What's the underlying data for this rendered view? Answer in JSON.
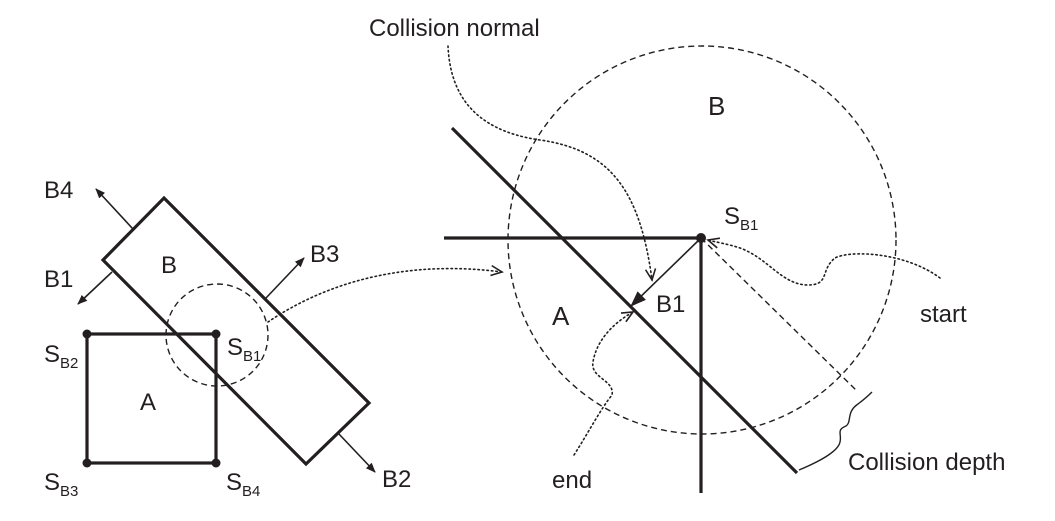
{
  "left": {
    "box_a": "A",
    "box_b": "B",
    "axes": {
      "b1": "B1",
      "b2": "B2",
      "b3": "B3",
      "b4": "B4"
    },
    "support_prefix": "S",
    "supports": {
      "sb1": "B1",
      "sb2": "B2",
      "sb3": "B3",
      "sb4": "B4"
    }
  },
  "right": {
    "circle_b": "B",
    "region_a": "A",
    "normal_label": "B1",
    "support_prefix": "S",
    "support_sub": "B1"
  },
  "annotations": {
    "collision_normal": "Collision normal",
    "start": "start",
    "end": "end",
    "collision_depth": "Collision depth"
  }
}
